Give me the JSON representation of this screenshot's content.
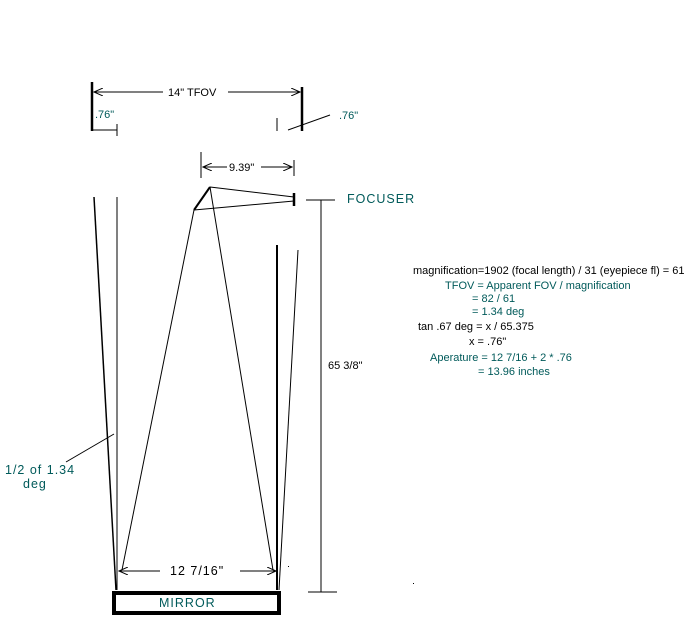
{
  "labels": {
    "tfov_width": "14\" TFOV",
    "left_margin": ".76\"",
    "right_margin": ".76\"",
    "secondary_width": "9.39\"",
    "focuser": "FOCUSER",
    "tube_length": "65 3/8\"",
    "half_angle_line1": "1/2 of 1.34",
    "half_angle_line2": "deg",
    "mirror_width": "12 7/16\"",
    "mirror": "MIRROR"
  },
  "calculations": [
    "magnification=1902 (focal length) / 31 (eyepiece fl) = 61",
    "TFOV = Apparent FOV / magnification",
    "= 82 / 61",
    "= 1.34 deg",
    "tan .67 deg = x / 65.375",
    "x = .76\"",
    "Aperature = 12 7/16 + 2 * .76",
    "= 13.96 inches"
  ],
  "colors": {
    "text_accent": "#005a5a",
    "line": "#000000"
  }
}
